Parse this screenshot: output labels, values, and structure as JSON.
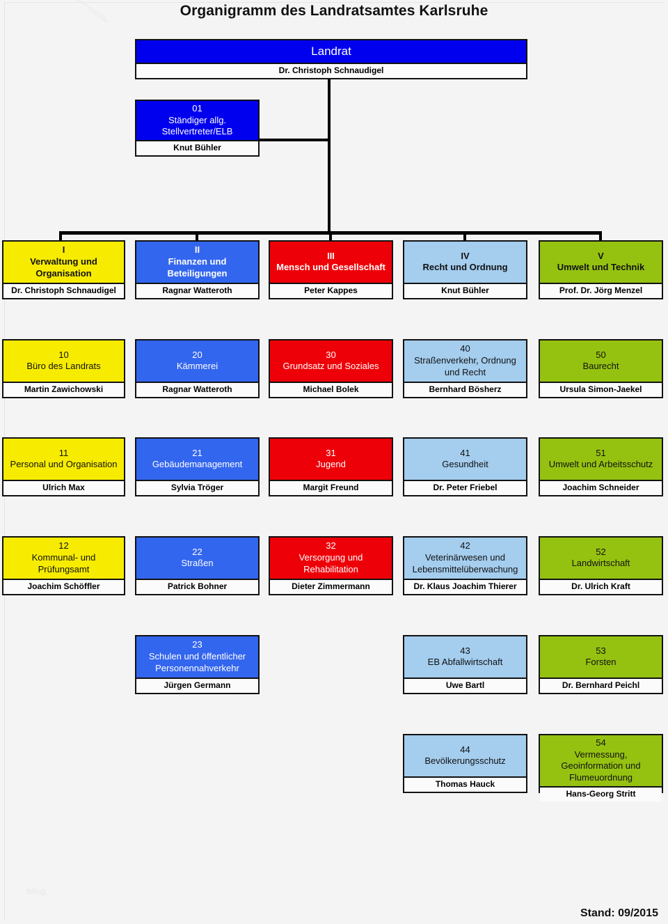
{
  "document": {
    "title": "Organigramm des Landratsamtes Karlsruhe",
    "footer_status": "Stand: 09/2015",
    "watermark": "blog"
  },
  "colors": {
    "root_blue": "#0000ee",
    "yellow": "#f7ec00",
    "blue": "#3366ee",
    "red": "#ee0008",
    "light_blue": "#a4cdee",
    "green": "#95c211",
    "page_background": "#f4f4f4",
    "person_band": "#fbfbfb",
    "border": "#111111"
  },
  "root": {
    "number": "",
    "name": "Landrat",
    "person": "Dr. Christoph Schnaudigel"
  },
  "deputy": {
    "number": "01",
    "name": "Ständiger allg. Stellvertreter/ELB",
    "person": "Knut Bühler"
  },
  "departments": [
    {
      "number": "I",
      "name": "Verwaltung und Organisation",
      "person": "Dr. Christoph Schnaudigel",
      "color": "yellow",
      "units": [
        {
          "number": "10",
          "name": "Büro des Landrats",
          "person": "Martin Zawichowski"
        },
        {
          "number": "11",
          "name": "Personal und Organisation",
          "person": "Ulrich Max"
        },
        {
          "number": "12",
          "name": "Kommunal- und Prüfungsamt",
          "person": "Joachim Schöffler"
        }
      ]
    },
    {
      "number": "II",
      "name": "Finanzen und Beteiligungen",
      "person": "Ragnar Watteroth",
      "color": "blue",
      "units": [
        {
          "number": "20",
          "name": "Kämmerei",
          "person": "Ragnar Watteroth"
        },
        {
          "number": "21",
          "name": "Gebäudemanagement",
          "person": "Sylvia Tröger"
        },
        {
          "number": "22",
          "name": "Straßen",
          "person": "Patrick Bohner"
        },
        {
          "number": "23",
          "name": "Schulen und öffentlicher Personennahverkehr",
          "person": "Jürgen Germann"
        }
      ]
    },
    {
      "number": "III",
      "name": "Mensch und Gesellschaft",
      "person": "Peter Kappes",
      "color": "red",
      "units": [
        {
          "number": "30",
          "name": "Grundsatz und Soziales",
          "person": "Michael Bolek"
        },
        {
          "number": "31",
          "name": "Jugend",
          "person": "Margit Freund"
        },
        {
          "number": "32",
          "name": "Versorgung und Rehabilitation",
          "person": "Dieter Zimmermann"
        }
      ]
    },
    {
      "number": "IV",
      "name": "Recht und Ordnung",
      "person": "Knut Bühler",
      "color": "light_blue",
      "units": [
        {
          "number": "40",
          "name": "Straßenverkehr, Ordnung und Recht",
          "person": "Bernhard Bösherz"
        },
        {
          "number": "41",
          "name": "Gesundheit",
          "person": "Dr. Peter Friebel"
        },
        {
          "number": "42",
          "name": "Veterinärwesen und Lebensmittelüberwachung",
          "person": "Dr. Klaus Joachim Thierer"
        },
        {
          "number": "43",
          "name": "EB Abfallwirtschaft",
          "person": "Uwe Bartl"
        },
        {
          "number": "44",
          "name": "Bevölkerungsschutz",
          "person": "Thomas Hauck"
        }
      ]
    },
    {
      "number": "V",
      "name": "Umwelt und Technik",
      "person": "Prof. Dr. Jörg Menzel",
      "color": "green",
      "units": [
        {
          "number": "50",
          "name": "Baurecht",
          "person": "Ursula Simon-Jaekel"
        },
        {
          "number": "51",
          "name": "Umwelt und Arbeitsschutz",
          "person": "Joachim Schneider"
        },
        {
          "number": "52",
          "name": "Landwirtschaft",
          "person": "Dr. Ulrich Kraft"
        },
        {
          "number": "53",
          "name": "Forsten",
          "person": "Dr. Bernhard Peichl"
        },
        {
          "number": "54",
          "name": "Vermessung, Geoinformation und Flumeuordnung",
          "person": "Hans-Georg Stritt"
        }
      ]
    }
  ]
}
